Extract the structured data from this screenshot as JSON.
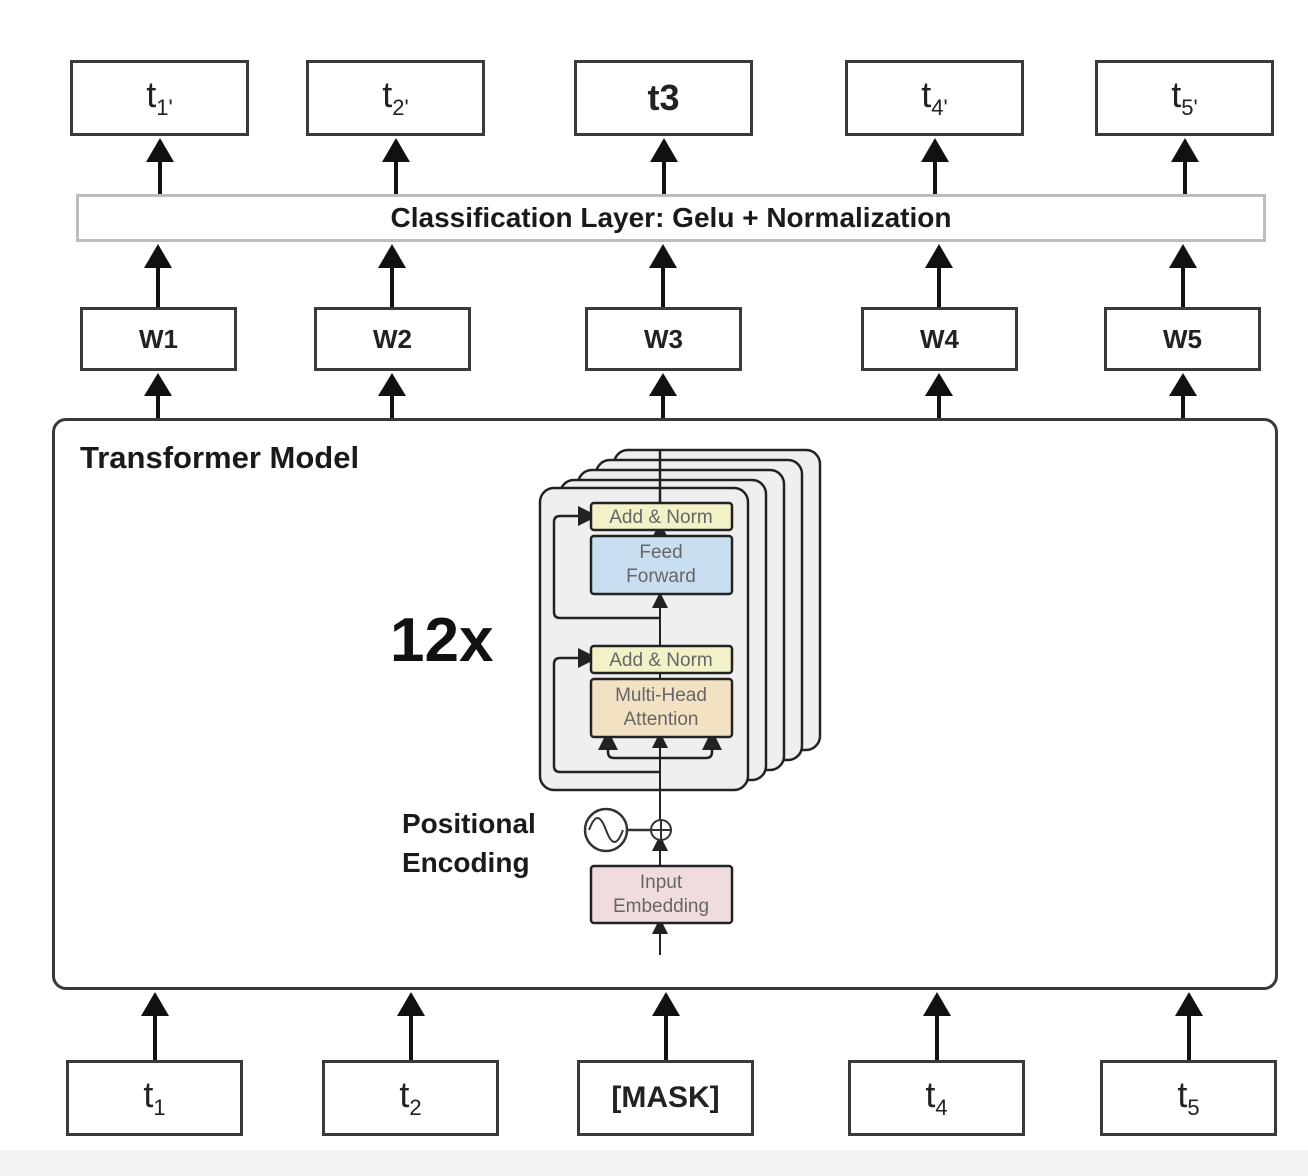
{
  "outputs": [
    {
      "base": "t",
      "sub": "1'",
      "bold": false
    },
    {
      "base": "t",
      "sub": "2'",
      "bold": false
    },
    {
      "base": "t",
      "sub": "3",
      "bold": true
    },
    {
      "base": "t",
      "sub": "4'",
      "bold": false
    },
    {
      "base": "t",
      "sub": "5'",
      "bold": false
    }
  ],
  "classification_layer": "Classification Layer: Gelu + Normalization",
  "weights": [
    "W1",
    "W2",
    "W3",
    "W4",
    "W5"
  ],
  "transformer": {
    "title": "Transformer Model",
    "repeat": "12x",
    "add_norm_top": "Add & Norm",
    "feed_forward": [
      "Feed",
      "Forward"
    ],
    "add_norm_bottom": "Add & Norm",
    "multi_head": [
      "Multi-Head",
      "Attention"
    ],
    "positional_encoding": [
      "Positional",
      "Encoding"
    ],
    "input_embedding": [
      "Input",
      "Embedding"
    ]
  },
  "inputs": [
    {
      "base": "t",
      "sub": "1",
      "bold": false
    },
    {
      "base": "t",
      "sub": "2",
      "bold": false
    },
    {
      "text": "[MASK]",
      "bold": true
    },
    {
      "base": "t",
      "sub": "4",
      "bold": false
    },
    {
      "base": "t",
      "sub": "5",
      "bold": false
    }
  ],
  "colors": {
    "add_norm_fill": "#f3f1c8",
    "feed_forward_fill": "#c9def0",
    "multi_head_fill": "#f2e2c3",
    "input_embedding_fill": "#f0dcdc",
    "stack_fill": "#efefef"
  }
}
